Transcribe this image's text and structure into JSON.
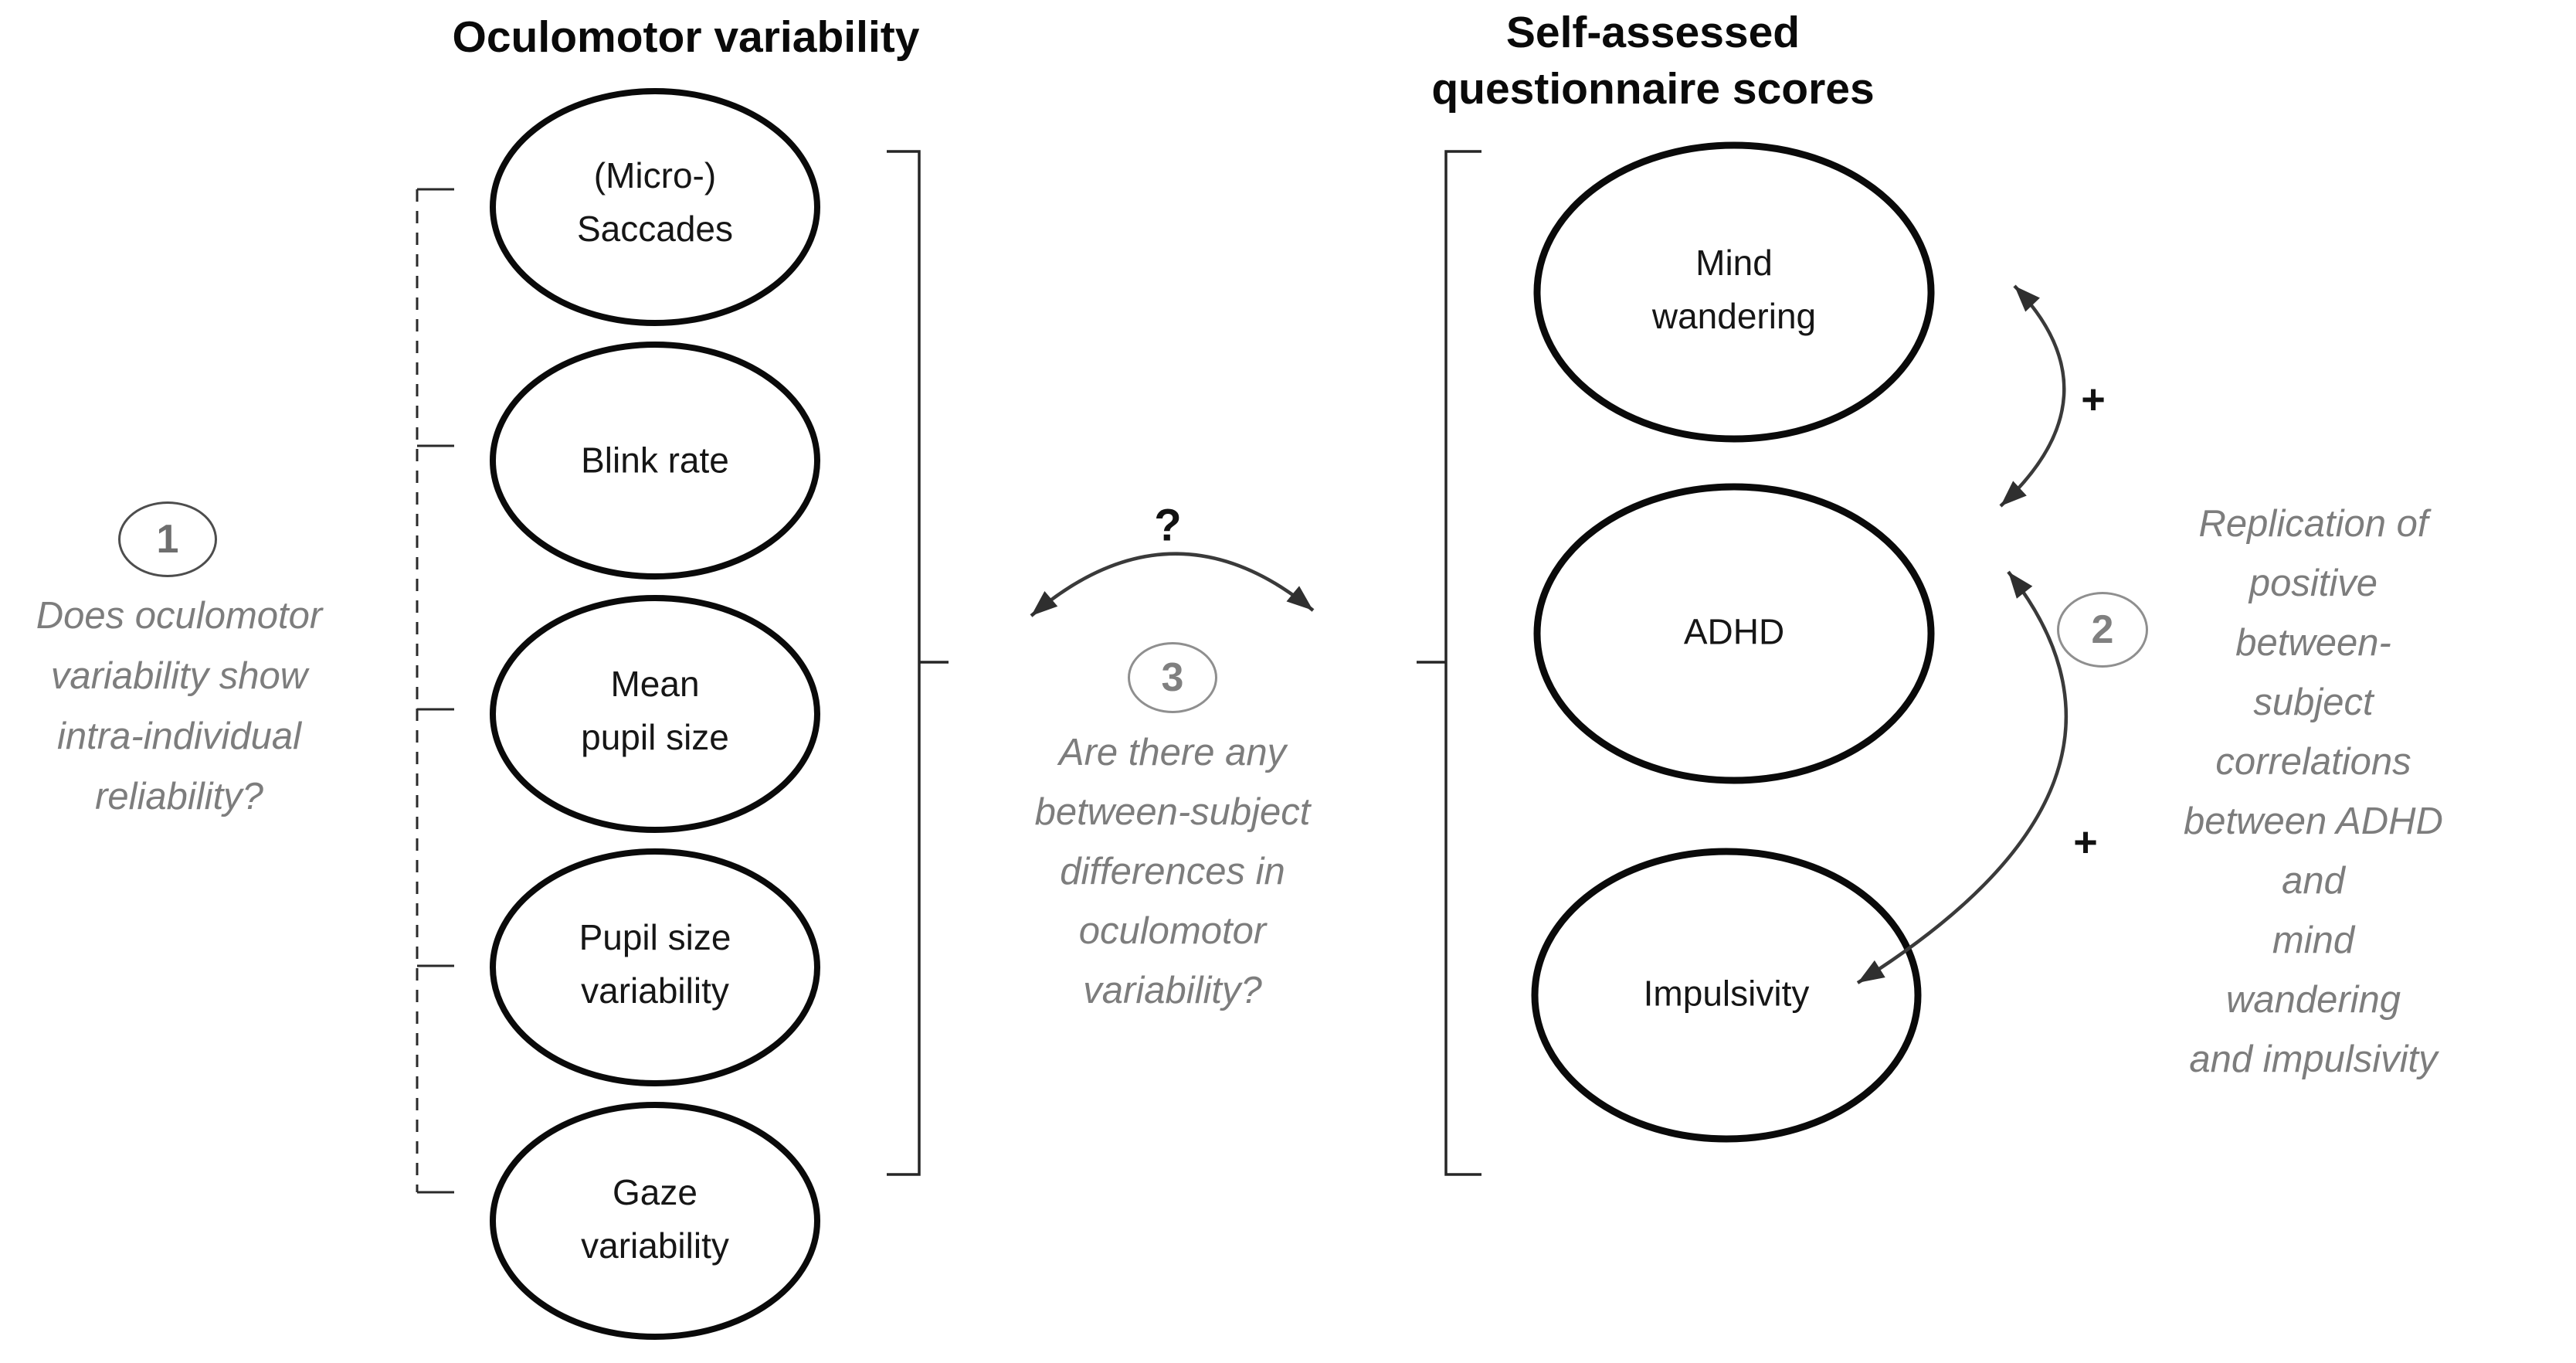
{
  "figure": {
    "left": {
      "title": "Oculomotor variability",
      "nodes": [
        "(Micro-)\nSaccades",
        "Blink rate",
        "Mean\npupil size",
        "Pupil size\nvariability",
        "Gaze\nvariability"
      ]
    },
    "right": {
      "title": "Self-assessed\nquestionnaire scores",
      "nodes": [
        "Mind\nwandering",
        "ADHD",
        "Impulsivity"
      ]
    },
    "research_questions": {
      "q1": {
        "number": "1",
        "text": "Does oculomotor\nvariability show\nintra-individual\nreliability?"
      },
      "q2": {
        "number": "2",
        "text": "Replication of\npositive between-\nsubject correlations\nbetween ADHD and\nmind wandering\nand impulsivity"
      },
      "q3": {
        "number": "3",
        "text": "Are there any\nbetween-subject\ndifferences in\noculomotor\nvariability?"
      }
    },
    "symbols": {
      "question_mark": "?",
      "plus_upper": "+",
      "plus_lower": "+"
    },
    "colors": {
      "gray_text": "#7d7d7d",
      "stroke": "#0d0d0d",
      "arrow": "#3a3a3a"
    }
  }
}
